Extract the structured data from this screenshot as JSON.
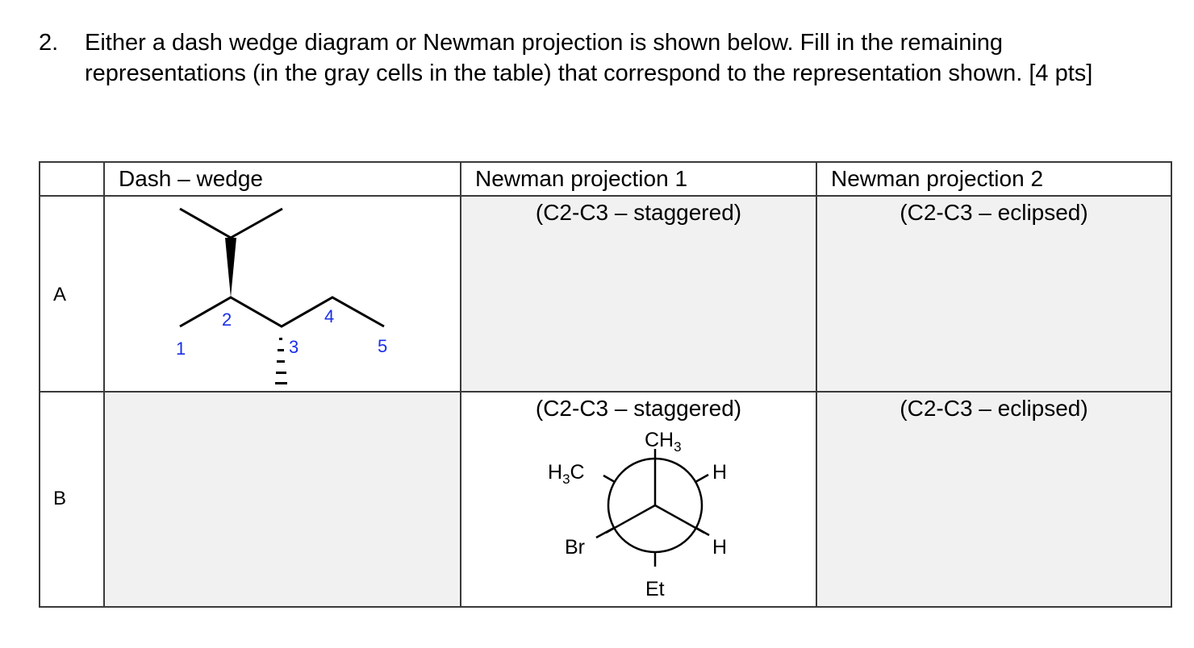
{
  "question": {
    "number": "2.",
    "text": "Either a dash wedge diagram or Newman projection is shown below. Fill in the remaining representations (in the gray cells in the table) that correspond to the representation shown. [4 pts]"
  },
  "table": {
    "headers": [
      "",
      "Dash – wedge",
      "Newman projection 1",
      "Newman projection 2"
    ],
    "rows": [
      {
        "label": "A",
        "cells": [
          {
            "type": "dash-wedge-structure",
            "gray": false,
            "carbon_labels": [
              "1",
              "2",
              "3",
              "4",
              "5"
            ]
          },
          {
            "type": "blank",
            "gray": true,
            "caption": "(C2-C3 – staggered)"
          },
          {
            "type": "blank",
            "gray": true,
            "caption": "(C2-C3 – eclipsed)"
          }
        ]
      },
      {
        "label": "B",
        "cells": [
          {
            "type": "blank",
            "gray": true
          },
          {
            "type": "newman-projection",
            "gray": false,
            "caption": "(C2-C3 – staggered)",
            "front_substituents": {
              "top": "CH3",
              "lower_left": "Br",
              "lower_right": "H"
            },
            "back_substituents": {
              "upper_left": "H3C",
              "upper_right": "H",
              "bottom": "Et"
            }
          },
          {
            "type": "blank",
            "gray": true,
            "caption": "(C2-C3 – eclipsed)"
          }
        ]
      }
    ]
  },
  "colors": {
    "gray_cell": "#f1f1f1",
    "carbon_label": "#1a2fe8",
    "border": "#3a3a3a"
  },
  "labels": {
    "ch3_top": "CH",
    "ch3_top_sub": "3",
    "h3c_h": "H",
    "h3c_sub": "3",
    "h3c_c": "C",
    "h_right_top": "H",
    "h_right_bottom": "H",
    "br": "Br",
    "et": "Et"
  }
}
